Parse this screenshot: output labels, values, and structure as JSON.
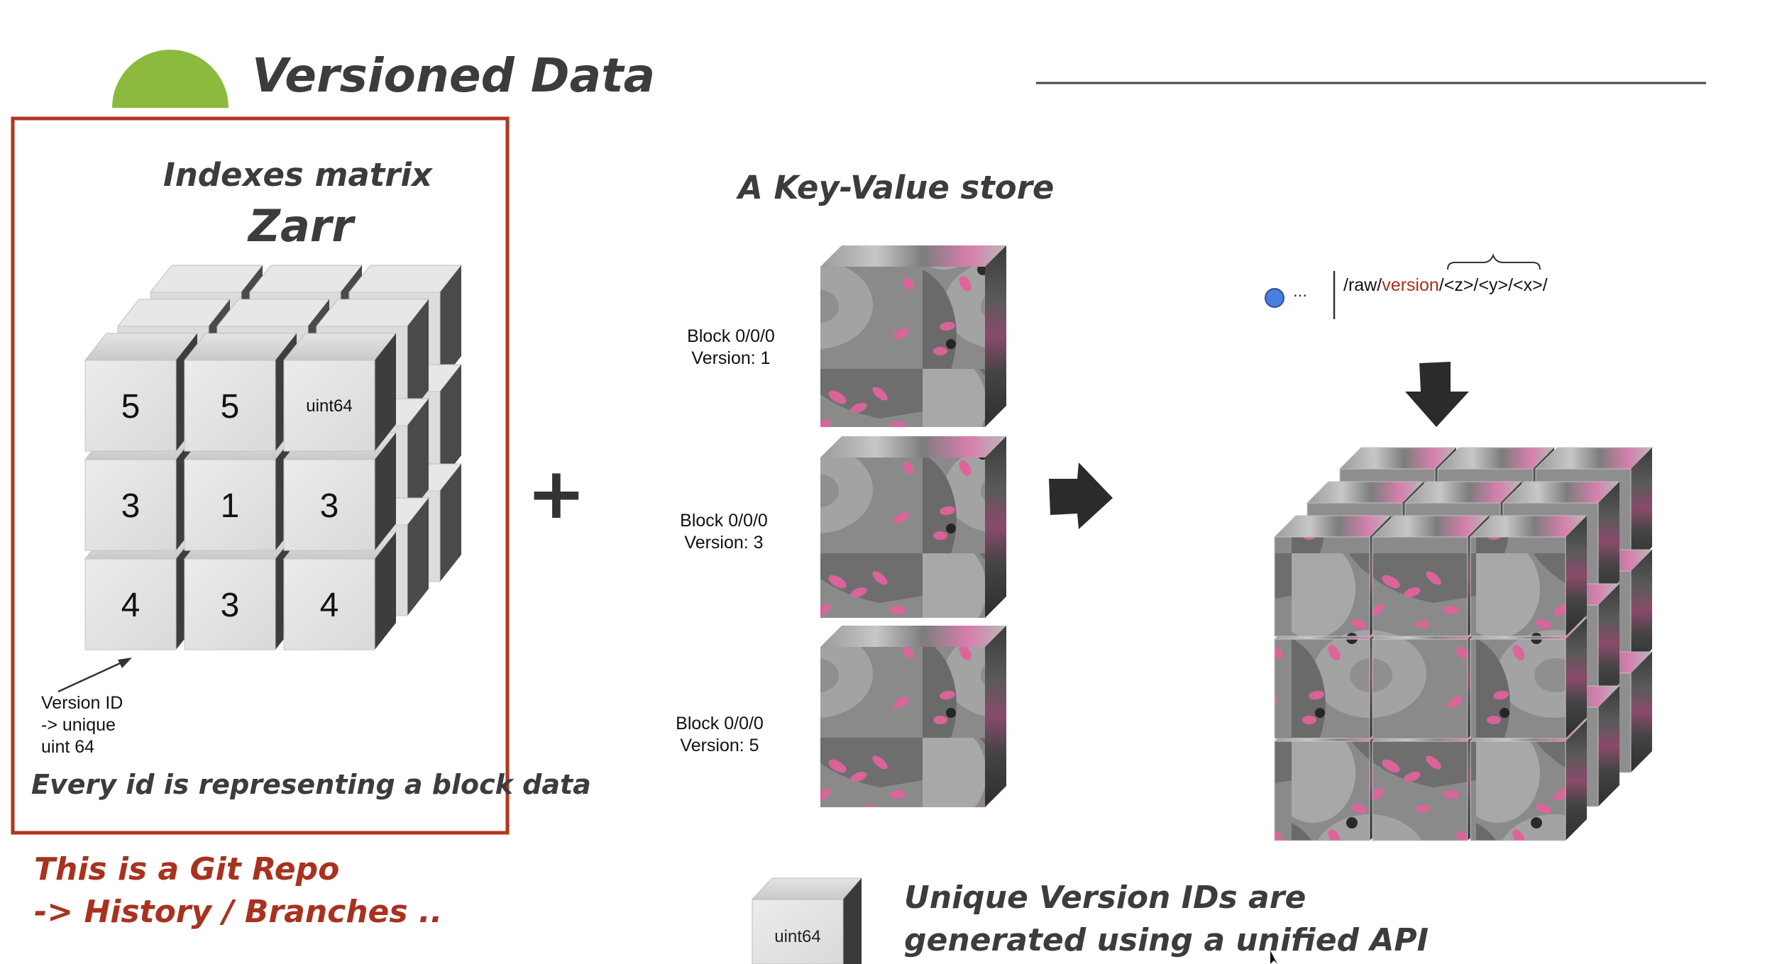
{
  "slide": {
    "title": "Versioned Data",
    "accent_color": "#8cba3e",
    "red_color": "#a8321f"
  },
  "zarr_panel": {
    "heading": "Indexes matrix",
    "subheading": "Zarr",
    "cube_values": [
      [
        "5",
        "5",
        "uint64"
      ],
      [
        "3",
        "1",
        "3"
      ],
      [
        "4",
        "3",
        "4"
      ]
    ],
    "annotation_lines": [
      "Version ID",
      "-> unique",
      "uint 64"
    ],
    "caption": "Every id is representing a block data"
  },
  "git_note": {
    "line1": "This is a Git Repo",
    "line2": "-> History / Branches .."
  },
  "plus_sign": "+",
  "kv_store": {
    "heading": "A Key-Value store",
    "blocks": [
      {
        "block": "Block 0/0/0",
        "version": "Version: 1"
      },
      {
        "block": "Block 0/0/0",
        "version": "Version: 3"
      },
      {
        "block": "Block 0/0/0",
        "version": "Version: 5"
      }
    ]
  },
  "path_annotation": {
    "ellipsis": "...",
    "prefix": "/raw/",
    "version_word": "version",
    "suffix": "/<z>/<y>/<x>/",
    "dot_color": "#4a7de0"
  },
  "bottom_legend": {
    "cube_label": "uint64",
    "line1": "Unique Version IDs are",
    "line2": "generated using a unified API"
  },
  "icons": [
    "right-arrow-icon",
    "down-arrow-icon",
    "cursor-icon"
  ]
}
